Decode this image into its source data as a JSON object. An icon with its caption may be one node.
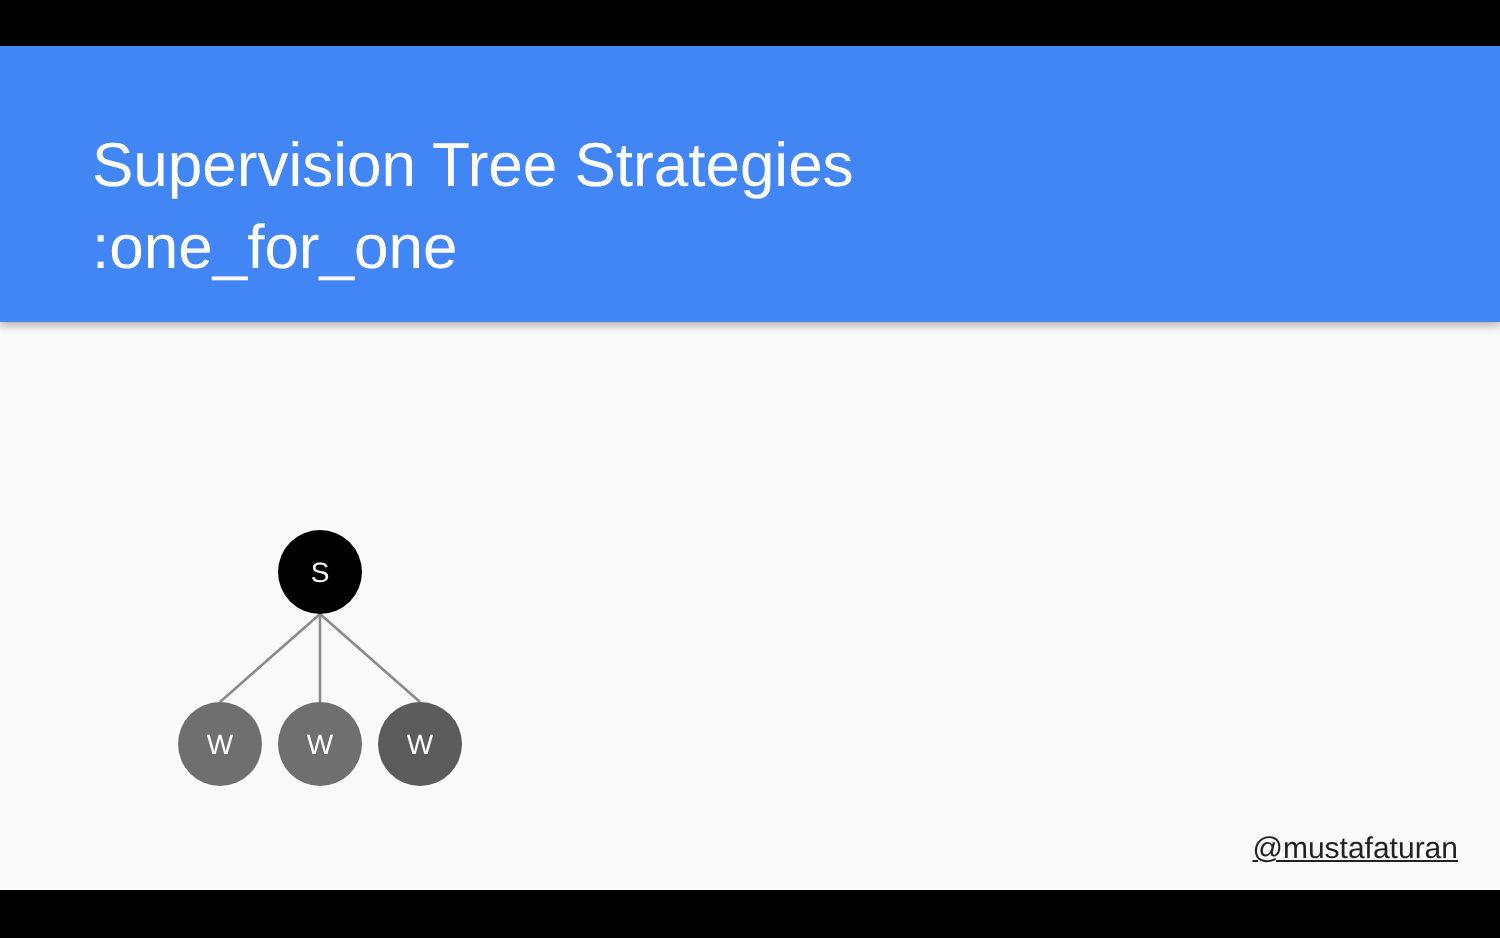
{
  "diagram": {
    "title": "Supervision Tree Strategies :one_for_one",
    "nodes": [
      {
        "text": [
          "S"
        ]
      },
      {
        "text": [
          "W"
        ]
      },
      {
        "text": [
          "W"
        ]
      },
      {
        "text": [
          "W"
        ]
      }
    ],
    "edges": [
      {
        "from": 0,
        "to": 1,
        "arrow": "none"
      },
      {
        "from": 0,
        "to": 2,
        "arrow": "none"
      },
      {
        "from": 0,
        "to": 3,
        "arrow": "none"
      }
    ],
    "labels": [
      "@mustafaturan"
    ]
  }
}
